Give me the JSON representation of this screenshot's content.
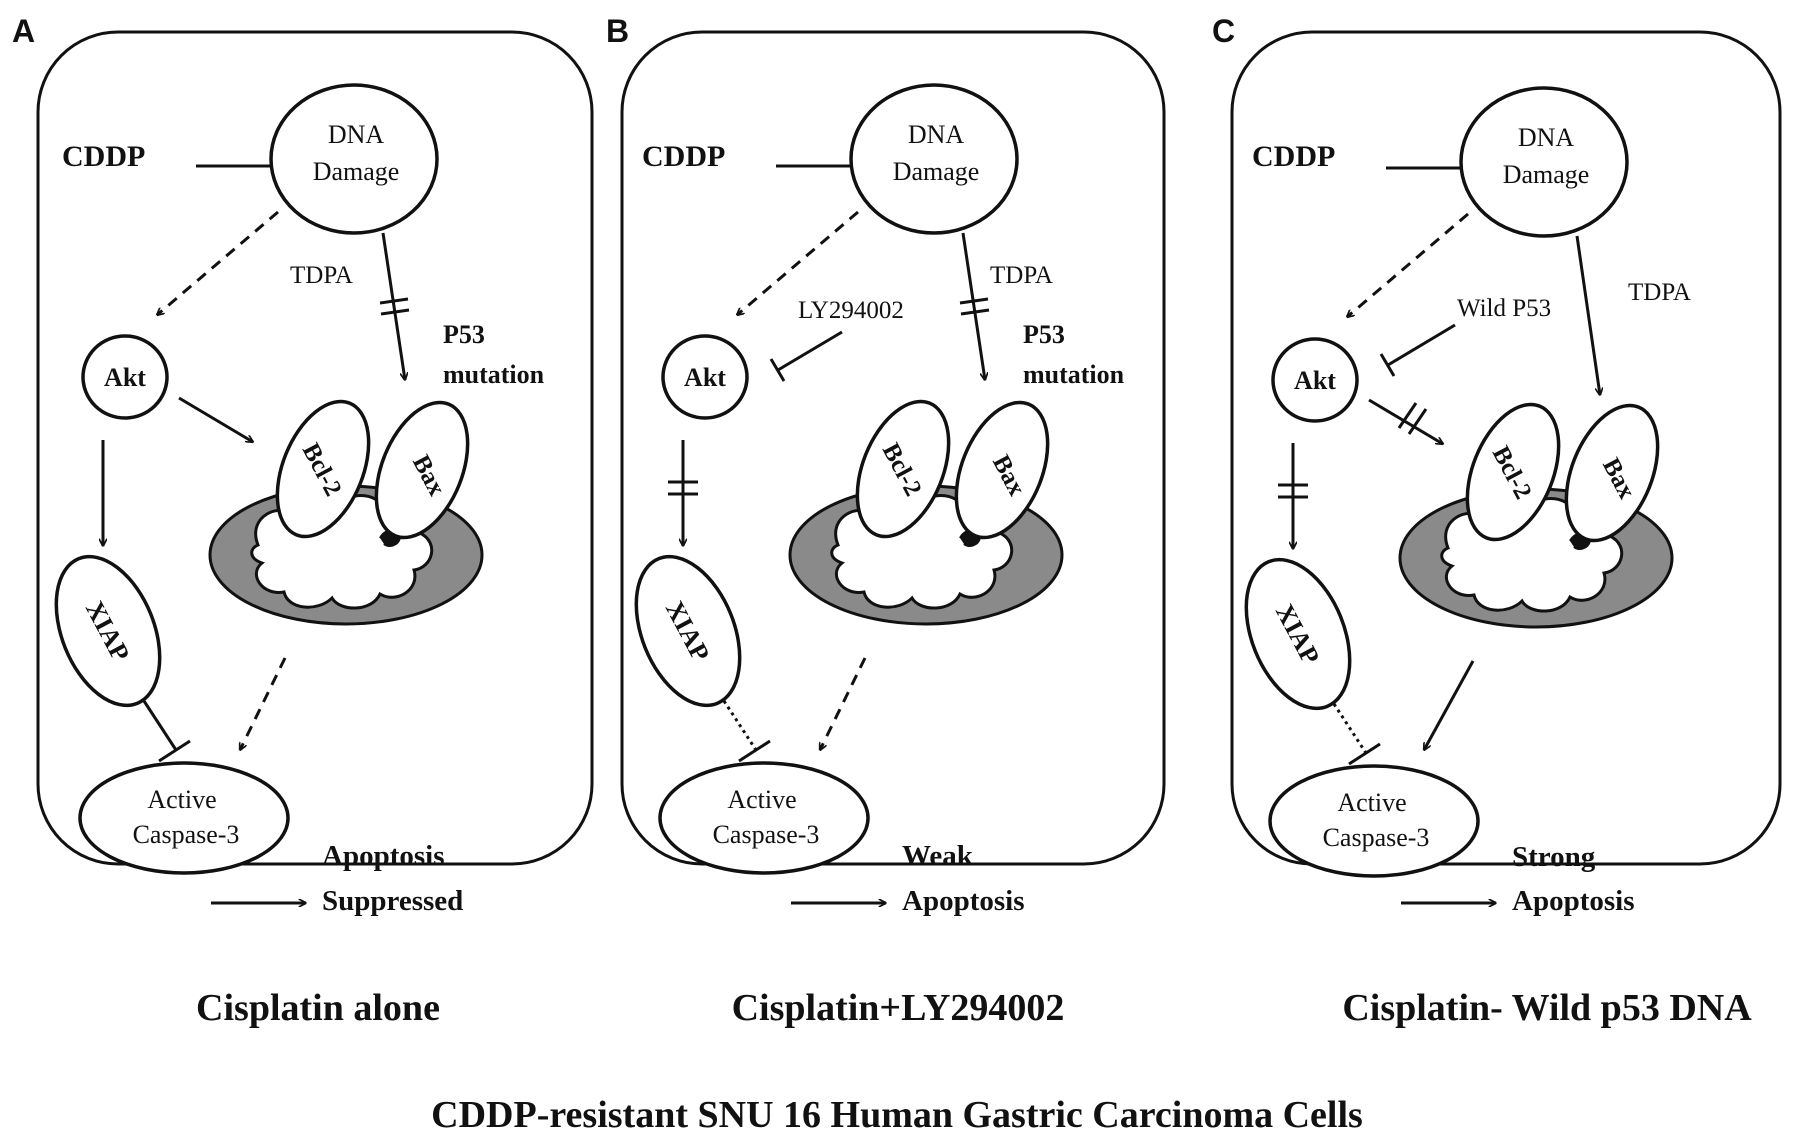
{
  "figure_title": "CDDP-resistant SNU 16 Human Gastric Carcinoma Cells",
  "panels": [
    {
      "letter": "A",
      "cddp": "CDDP",
      "dna_line1": "DNA",
      "dna_line2": "Damage",
      "tdpa": "TDPA",
      "p53_line1": "P53",
      "p53_line2": "mutation",
      "inhibitor": "",
      "akt": "Akt",
      "bcl2": "Bcl-2",
      "bax": "Bax",
      "xiap": "XIAP",
      "caspase_line1": "Active",
      "caspase_line2": "Caspase-3",
      "outcome_line1": "Apoptosis",
      "outcome_line2": "Suppressed",
      "caption": "Cisplatin alone"
    },
    {
      "letter": "B",
      "cddp": "CDDP",
      "dna_line1": "DNA",
      "dna_line2": "Damage",
      "tdpa": "TDPA",
      "p53_line1": "P53",
      "p53_line2": "mutation",
      "inhibitor": "LY294002",
      "akt": "Akt",
      "bcl2": "Bcl-2",
      "bax": "Bax",
      "xiap": "XIAP",
      "caspase_line1": "Active",
      "caspase_line2": "Caspase-3",
      "outcome_line1": "Weak",
      "outcome_line2": "Apoptosis",
      "caption": "Cisplatin+LY294002"
    },
    {
      "letter": "C",
      "cddp": "CDDP",
      "dna_line1": "DNA",
      "dna_line2": "Damage",
      "tdpa": "TDPA",
      "p53_line1": "",
      "p53_line2": "",
      "inhibitor": "Wild P53",
      "akt": "Akt",
      "bcl2": "Bcl-2",
      "bax": "Bax",
      "xiap": "XIAP",
      "caspase_line1": "Active",
      "caspase_line2": "Caspase-3",
      "outcome_line1": "Strong",
      "outcome_line2": "Apoptosis",
      "caption": "Cisplatin- Wild p53 DNA"
    }
  ]
}
